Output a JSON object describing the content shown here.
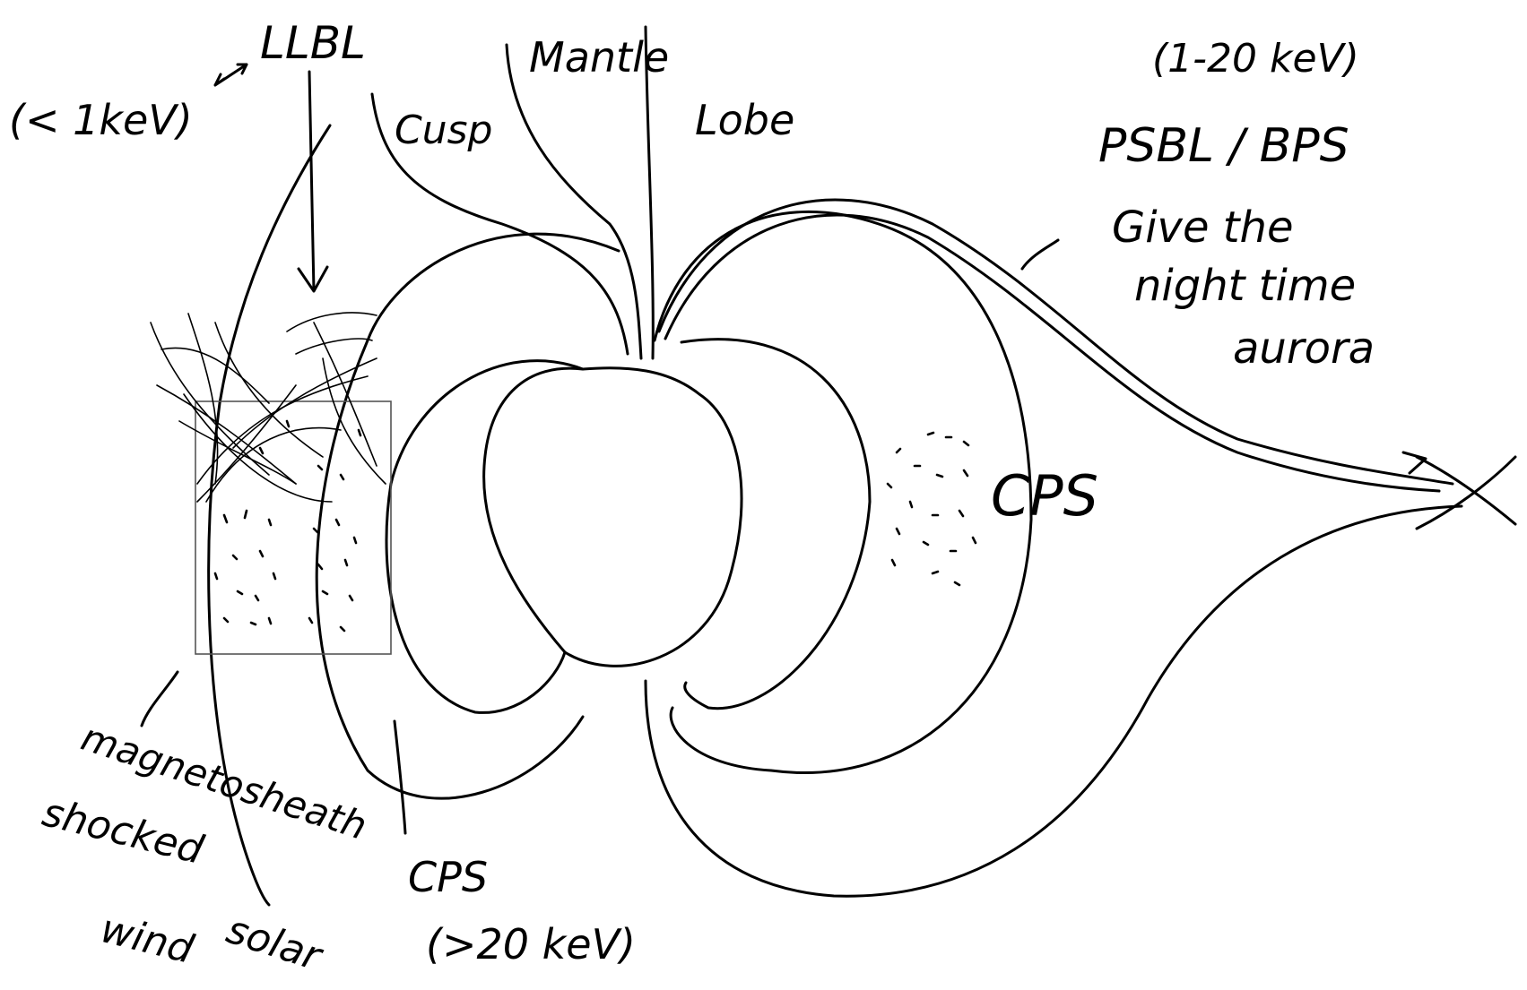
{
  "labels": {
    "llbl": "LLBL",
    "llbl_energy": "(< 1keV)",
    "cusp": "Cusp",
    "mantle": "Mantle",
    "lobe": "Lobe",
    "psbl_energy": "(1-20 keV)",
    "psbl": "PSBL / BPS",
    "psbl_note_line1": "Give the",
    "psbl_note_line2": "night time",
    "psbl_note_line3": "aurora",
    "cps_right": "CPS",
    "cps_bottom": "CPS",
    "cps_bottom_energy": "(>20 keV)",
    "magnetosheath": "magnetosheath",
    "shocked": "shocked",
    "wind": "wind",
    "solar": "solar"
  }
}
